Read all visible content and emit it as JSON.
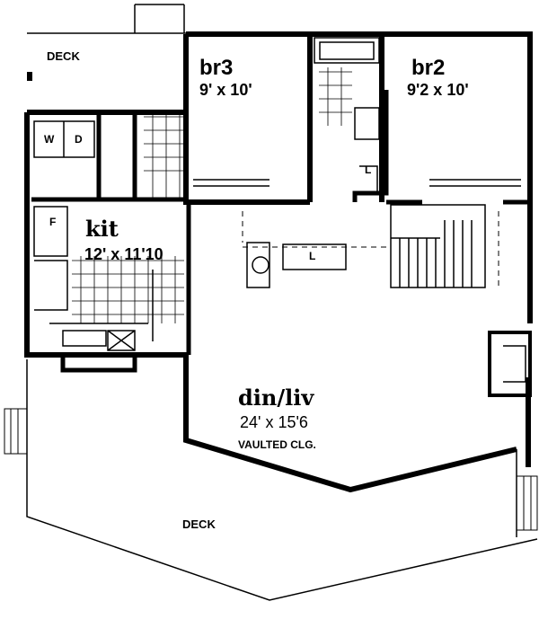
{
  "plan": {
    "deck_top": "DECK",
    "deck_bottom": "DECK",
    "br3": {
      "name": "br3",
      "size": "9' x 10'"
    },
    "br2": {
      "name": "br2",
      "size": "9'2 x 10'"
    },
    "kit": {
      "name": "kit",
      "size": "12' x 11'10"
    },
    "din_liv": {
      "name": "din/liv",
      "size": "24' x 15'6",
      "note": "VAULTED CLG."
    },
    "washer": "W",
    "dryer": "D",
    "fridge": "F",
    "linen_1": "L",
    "linen_2": "L"
  },
  "colors": {
    "ink": "#000000",
    "paper": "#ffffff"
  }
}
